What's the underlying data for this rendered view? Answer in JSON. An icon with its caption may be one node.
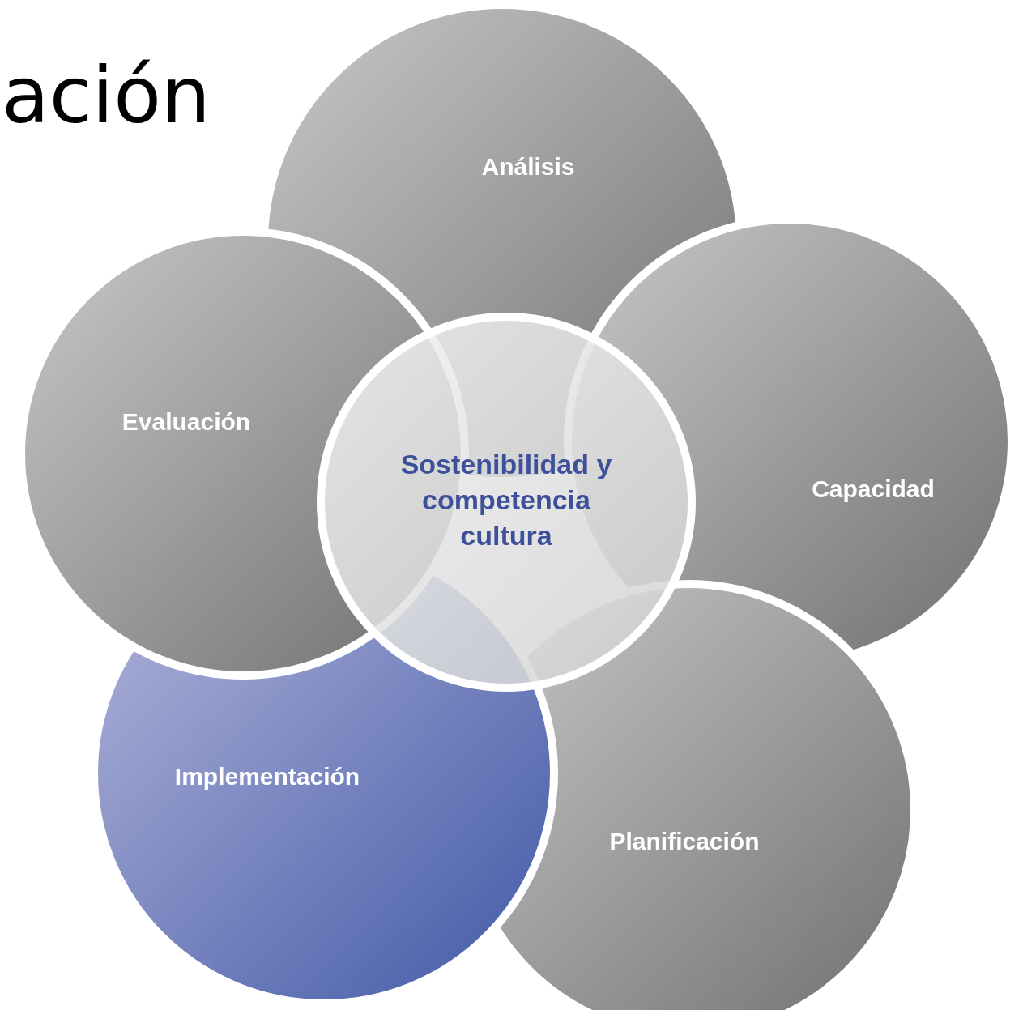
{
  "diagram": {
    "title": "ación",
    "nodes": [
      {
        "text": [
          "Sostenibilidad y competencia cultura"
        ]
      },
      {
        "text": [
          "Análisis"
        ]
      },
      {
        "text": [
          "Capacidad"
        ]
      },
      {
        "text": [
          "Planificación"
        ]
      },
      {
        "text": [
          "Implementación"
        ]
      },
      {
        "text": [
          "Evaluación"
        ]
      }
    ],
    "edges": []
  }
}
